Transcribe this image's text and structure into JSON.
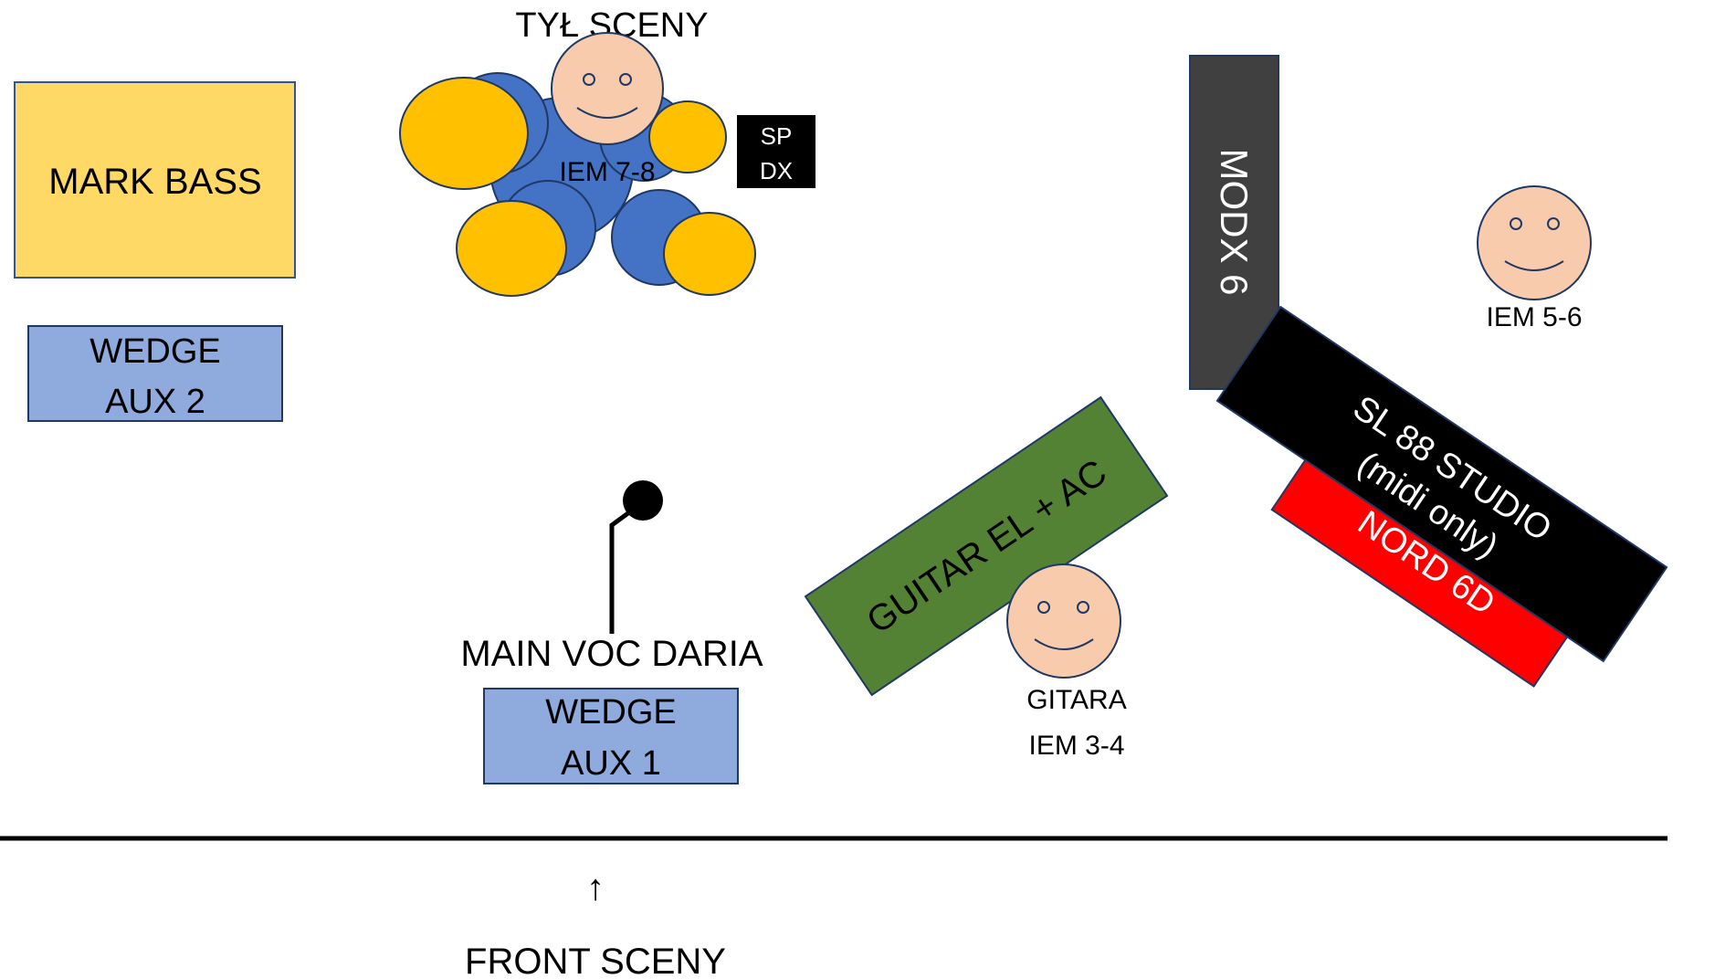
{
  "stage": {
    "back_label": "TYŁ SCENY",
    "front_label": "FRONT SCENY",
    "front_arrow": "↑"
  },
  "mark_bass": {
    "label": "MARK BASS",
    "color": "#FFD966"
  },
  "wedge_aux2": {
    "line1": "WEDGE",
    "line2": "AUX 2",
    "color": "#8FAADC"
  },
  "wedge_aux1": {
    "line1": "WEDGE",
    "line2": "AUX 1",
    "color": "#8FAADC"
  },
  "drums": {
    "iem_label": "IEM 7-8",
    "sp_line1": "SP",
    "sp_line2": "DX",
    "shell_color": "#4472C4",
    "cymbal_color": "#FFC000"
  },
  "vocal": {
    "label": "MAIN VOC DARIA"
  },
  "modx": {
    "label": "MODX 6",
    "color": "#404040"
  },
  "sl88": {
    "line1": "SL 88 STUDIO",
    "line2": "(midi only)",
    "color": "#000000"
  },
  "nord": {
    "label": "NORD 6D",
    "color": "#FF0000"
  },
  "guitar_amp": {
    "label": "GUITAR EL + AC",
    "color": "#548235"
  },
  "guitarist": {
    "line1": "GITARA",
    "line2": "IEM 3-4"
  },
  "keys_player": {
    "label": "IEM 5-6"
  },
  "face_color": "#F8CBAD"
}
